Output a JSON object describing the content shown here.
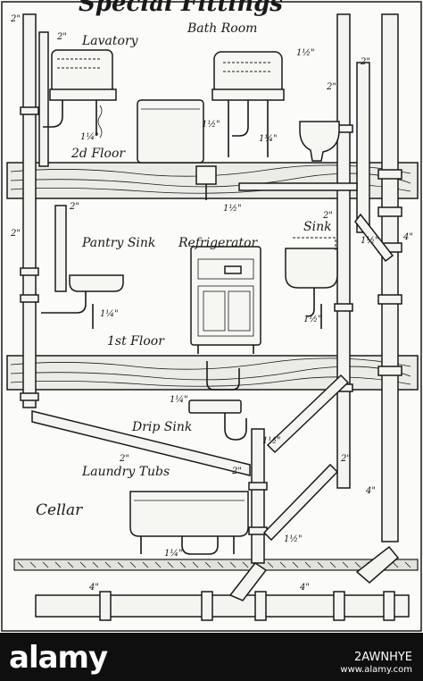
{
  "diagram": {
    "title": "Special Fittings",
    "labels": {
      "bath_room": "Bath Room",
      "lavatory": "Lavatory",
      "second_floor": "2d Floor",
      "pantry_sink": "Pantry Sink",
      "refrigerator": "Refrigerator",
      "sink": "Sink",
      "first_floor": "1st Floor",
      "drip_sink": "Drip Sink",
      "laundry_tubs": "Laundry Tubs",
      "cellar": "Cellar"
    },
    "dimensions": {
      "d_top_2a": "2\"",
      "d_top_2b": "2\"",
      "d_bath_1half": "1½\"",
      "d_top_2c": "2\"",
      "d_top_2d": "2\"",
      "d_lav_1quarter": "1¼\"",
      "d_bath_1half_b": "1½\"",
      "d_bath_1quarter": "1¼\"",
      "d_floor2_1half": "1½\"",
      "d_left_2": "2\"",
      "d_mid_2": "2\"",
      "d_right_2": "2\"",
      "d_right_4": "4\"",
      "d_right_1half": "1½\"",
      "d_pantry_1quarter": "1¼\"",
      "d_sink_1half": "1½\"",
      "d_drip_1quarter": "1¼\"",
      "d_drip_2a": "2\"",
      "d_drip_1half": "1½\"",
      "d_diag_2": "2\"",
      "d_mid_2b": "2\"",
      "d_stack_4": "4\"",
      "d_cellar_1quarter": "1¼\"",
      "d_cellar_1half": "1½\"",
      "d_main_4a": "4\"",
      "d_main_4b": "4\""
    }
  },
  "watermark": {
    "logo": "alamy",
    "image_id": "2AWNHYE",
    "url": "www.alamy.com"
  }
}
